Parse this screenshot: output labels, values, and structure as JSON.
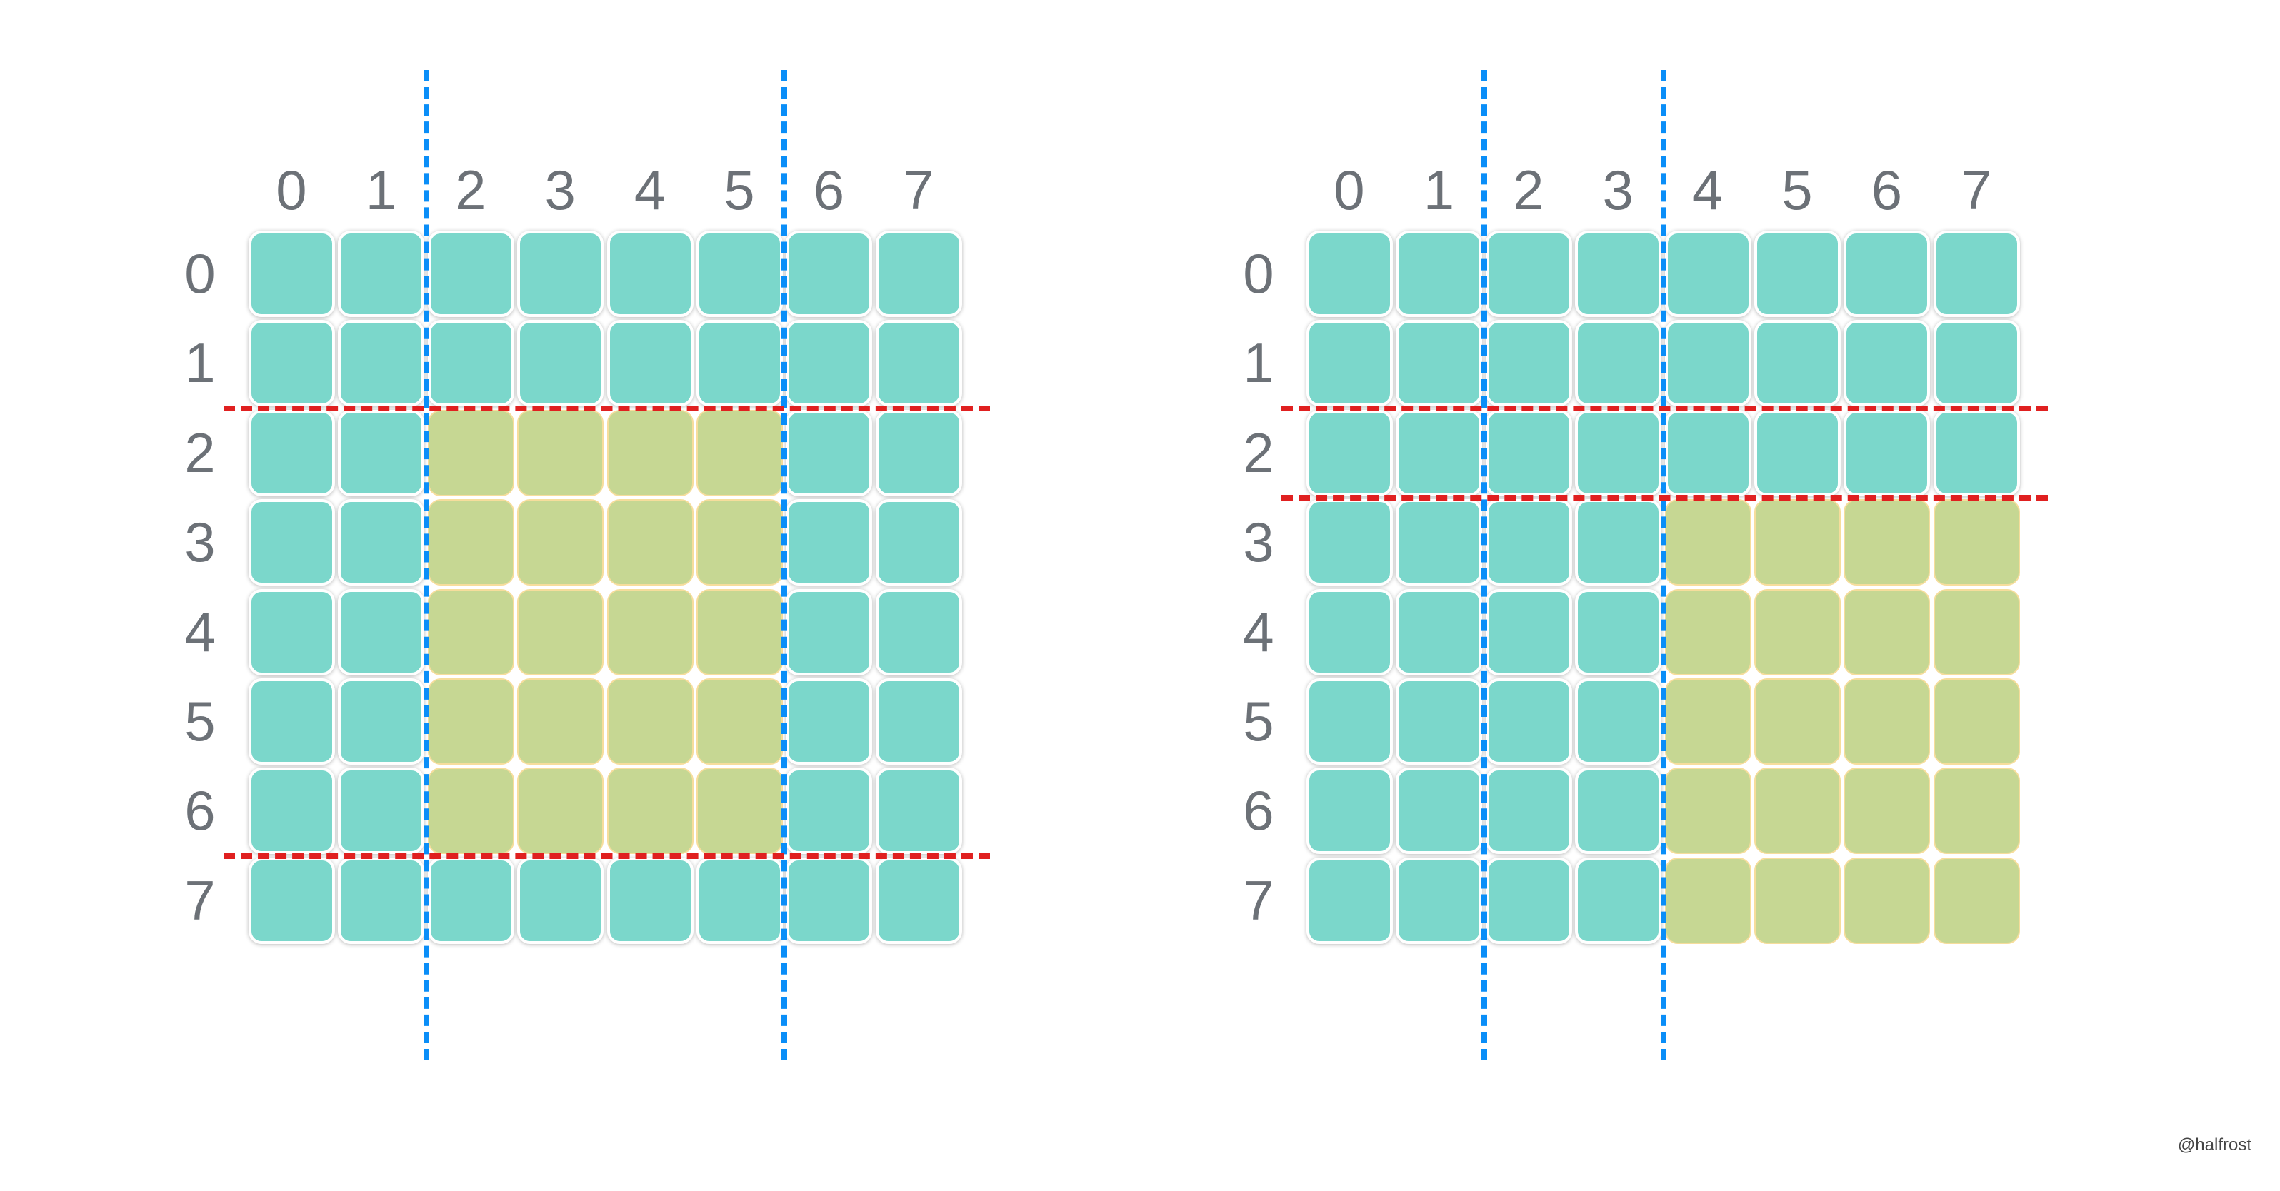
{
  "colors": {
    "tile": "#7bd7cb",
    "highlight": "#c6d793",
    "highlight_border": "#f6dd9c",
    "split_vertical": "#0a8ef8",
    "split_horizontal": "#e02020"
  },
  "diagrams": [
    {
      "name": "left",
      "col_labels": [
        "0",
        "1",
        "2",
        "3",
        "4",
        "5",
        "6",
        "7"
      ],
      "row_labels": [
        "0",
        "1",
        "2",
        "3",
        "4",
        "5",
        "6",
        "7"
      ],
      "highlight": {
        "cols": [
          2,
          5
        ],
        "rows": [
          2,
          6
        ]
      },
      "vertical_splits": [
        2,
        6
      ],
      "horizontal_splits": [
        2,
        7
      ]
    },
    {
      "name": "right",
      "col_labels": [
        "0",
        "1",
        "2",
        "3",
        "4",
        "5",
        "6",
        "7"
      ],
      "row_labels": [
        "0",
        "1",
        "2",
        "3",
        "4",
        "5",
        "6",
        "7"
      ],
      "highlight": {
        "cols": [
          4,
          7
        ],
        "rows": [
          3,
          7
        ]
      },
      "vertical_splits": [
        2,
        4
      ],
      "horizontal_splits": [
        2,
        3
      ]
    }
  ],
  "watermark": "@halfrost"
}
